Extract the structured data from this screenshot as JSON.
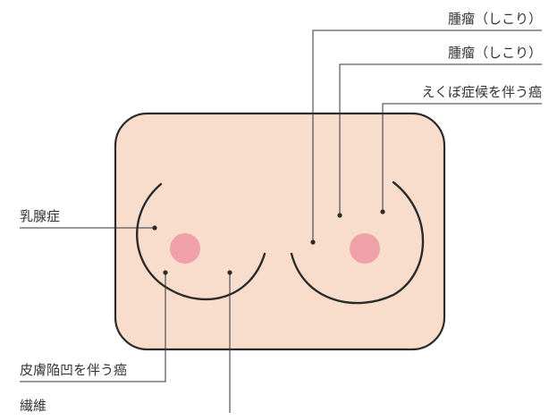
{
  "labels": {
    "tumor_1": "腫瘤（しこり）",
    "tumor_2": "腫瘤（しこり）",
    "dimple_cancer": "えくぼ症候を伴う癌",
    "mastopathy": "乳腺症",
    "skin_depression_cancer": "皮膚陥凹を伴う癌",
    "fibroma": "繊維"
  },
  "colors": {
    "skin": "#f8dccc",
    "outline": "#2b2b2b",
    "areola": "#f0a0a8",
    "leader_line": "#333333"
  }
}
